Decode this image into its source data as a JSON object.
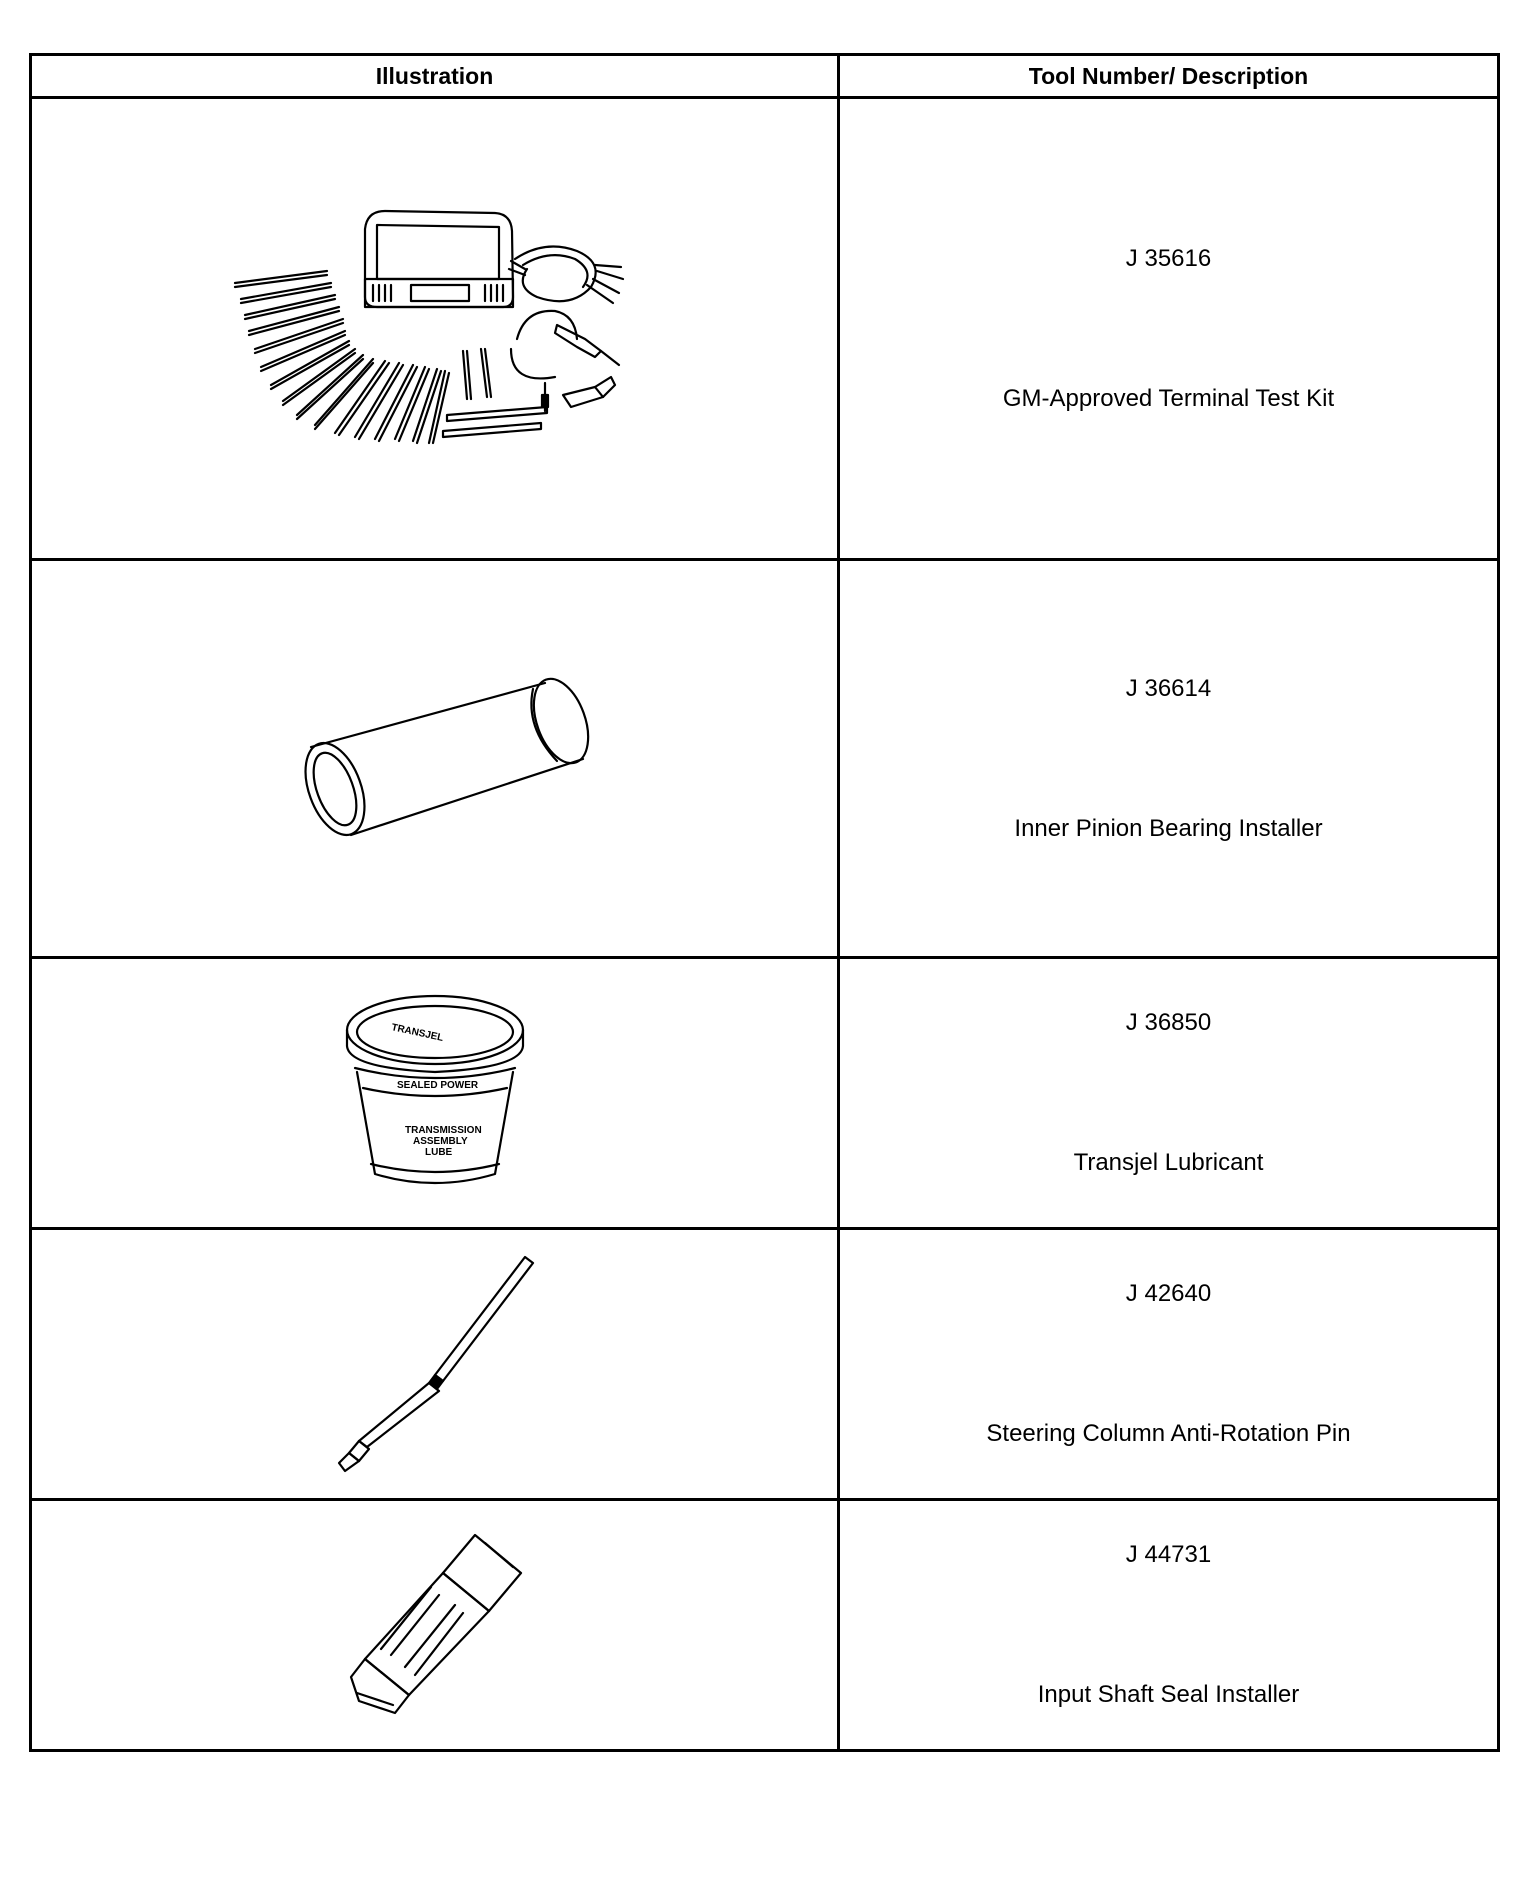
{
  "table": {
    "headers": {
      "illustration": "Illustration",
      "description": "Tool Number/ Description"
    },
    "rows": [
      {
        "tool_number": "J 35616",
        "description": "GM-Approved Terminal Test Kit",
        "illustration_icon": "terminal-test-kit-icon"
      },
      {
        "tool_number": "J 36614",
        "description": "Inner Pinion Bearing Installer",
        "illustration_icon": "bearing-installer-tube-icon"
      },
      {
        "tool_number": "J 36850",
        "description": "Transjel Lubricant",
        "illustration_icon": "lubricant-tub-icon"
      },
      {
        "tool_number": "J 42640",
        "description": "Steering Column Anti-Rotation Pin",
        "illustration_icon": "anti-rotation-pin-icon"
      },
      {
        "tool_number": "J 44731",
        "description": "Input Shaft Seal Installer",
        "illustration_icon": "seal-installer-icon"
      }
    ]
  }
}
